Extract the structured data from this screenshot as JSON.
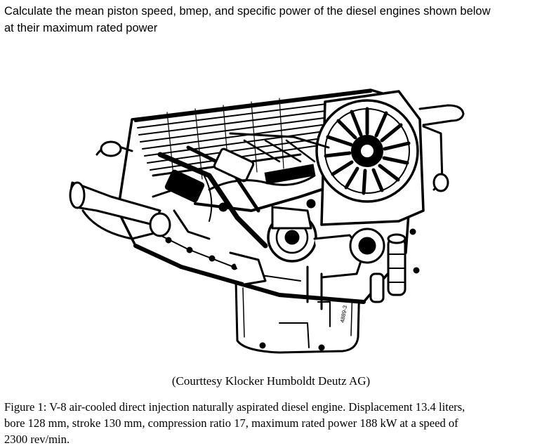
{
  "question": {
    "line1": "Calculate the mean piston speed, bmep, and specific power of the diesel engines shown below",
    "line2": "at their maximum rated power"
  },
  "figure": {
    "image": "v8-diesel-engine-cutaway-drawing",
    "credit": "(Courttesy Klocker Humboldt Deutz AG)"
  },
  "caption": {
    "line1": "Figure 1: V-8 air-cooled direct injection naturally aspirated diesel engine. Displacement 13.4 liters,",
    "line2": "bore 128 mm, stroke 130 mm, compression ratio 17, maximum rated power 188 kW at a speed of",
    "line3": "2300 rev/min."
  }
}
